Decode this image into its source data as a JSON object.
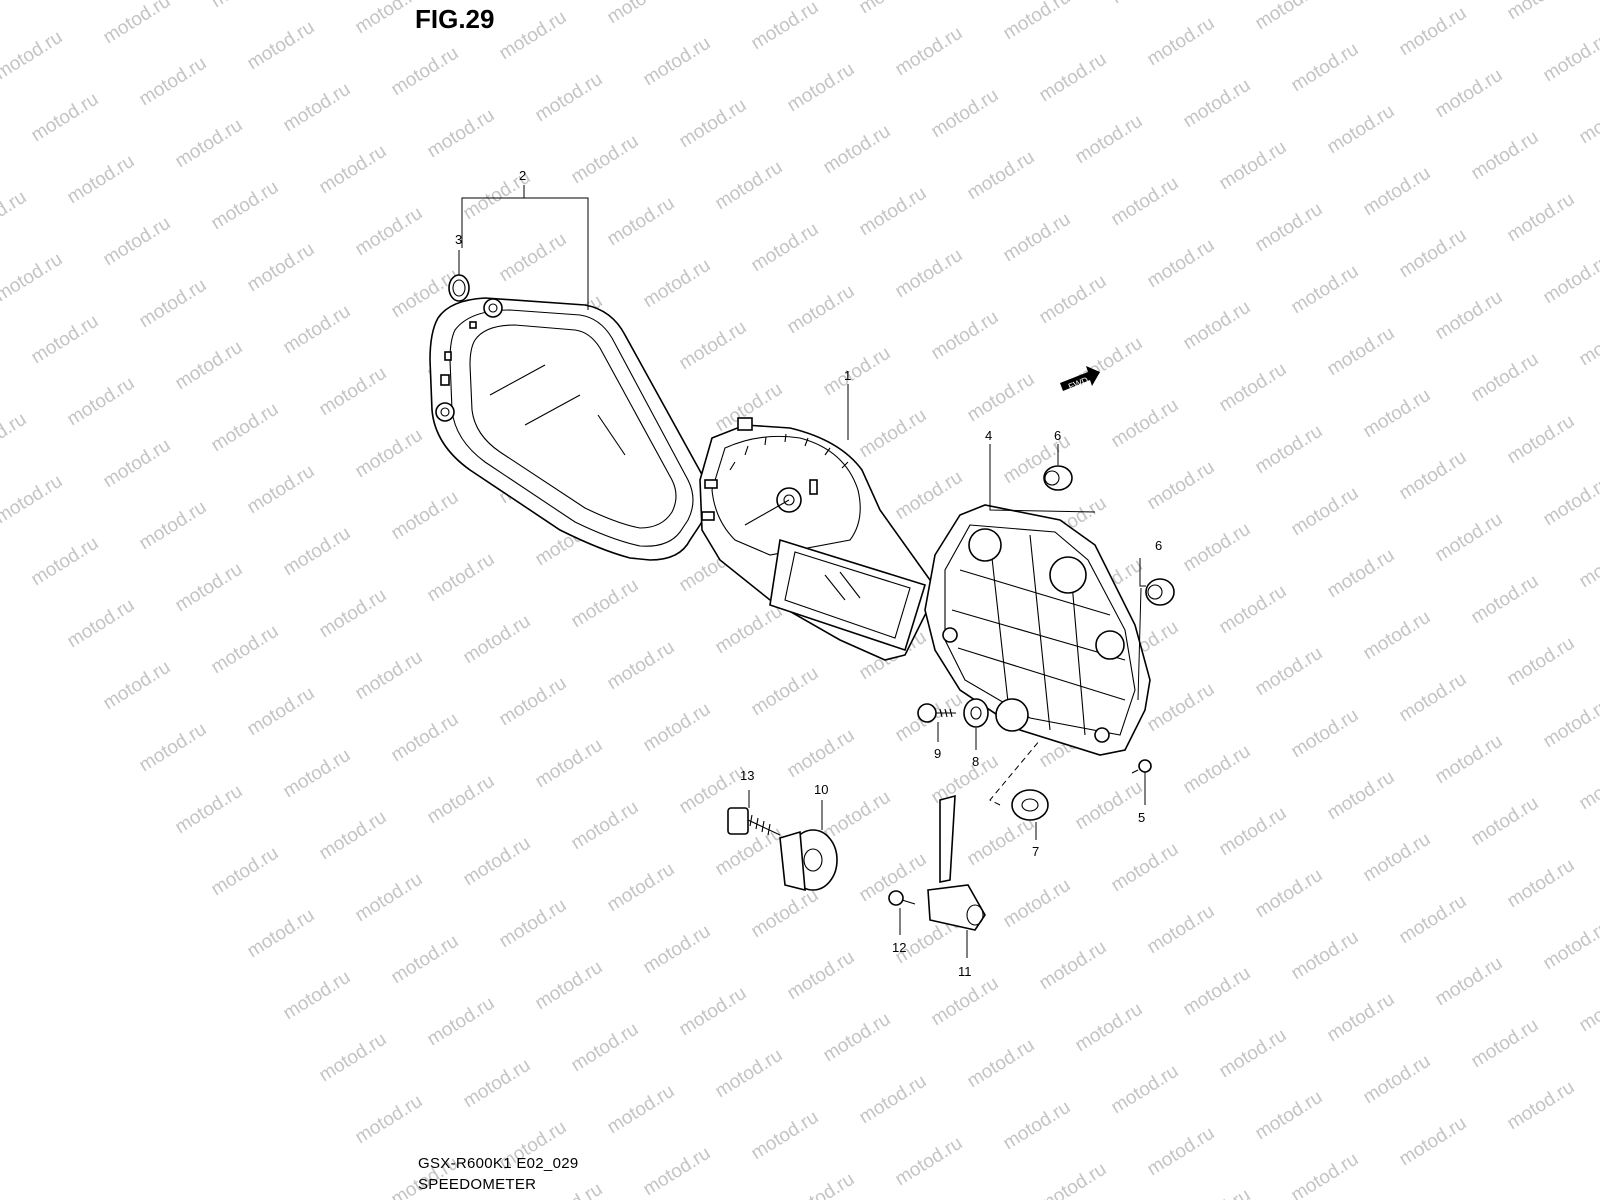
{
  "figure": {
    "title": "FIG.29",
    "model_code": "GSX-R600K1 E02_029",
    "caption": "SPEEDOMETER",
    "watermark_text": "motod.ru",
    "fwd_label": "FWD"
  },
  "callouts": [
    {
      "id": "c1",
      "label": "1"
    },
    {
      "id": "c2",
      "label": "2"
    },
    {
      "id": "c3",
      "label": "3"
    },
    {
      "id": "c4",
      "label": "4"
    },
    {
      "id": "c5",
      "label": "5"
    },
    {
      "id": "c6a",
      "label": "6"
    },
    {
      "id": "c6b",
      "label": "6"
    },
    {
      "id": "c7",
      "label": "7"
    },
    {
      "id": "c8",
      "label": "8"
    },
    {
      "id": "c9",
      "label": "9"
    },
    {
      "id": "c10",
      "label": "10"
    },
    {
      "id": "c11",
      "label": "11"
    },
    {
      "id": "c12",
      "label": "12"
    },
    {
      "id": "c13",
      "label": "13"
    }
  ],
  "colors": {
    "line": "#000000",
    "watermark": "#c4c4c4",
    "background": "#ffffff"
  }
}
